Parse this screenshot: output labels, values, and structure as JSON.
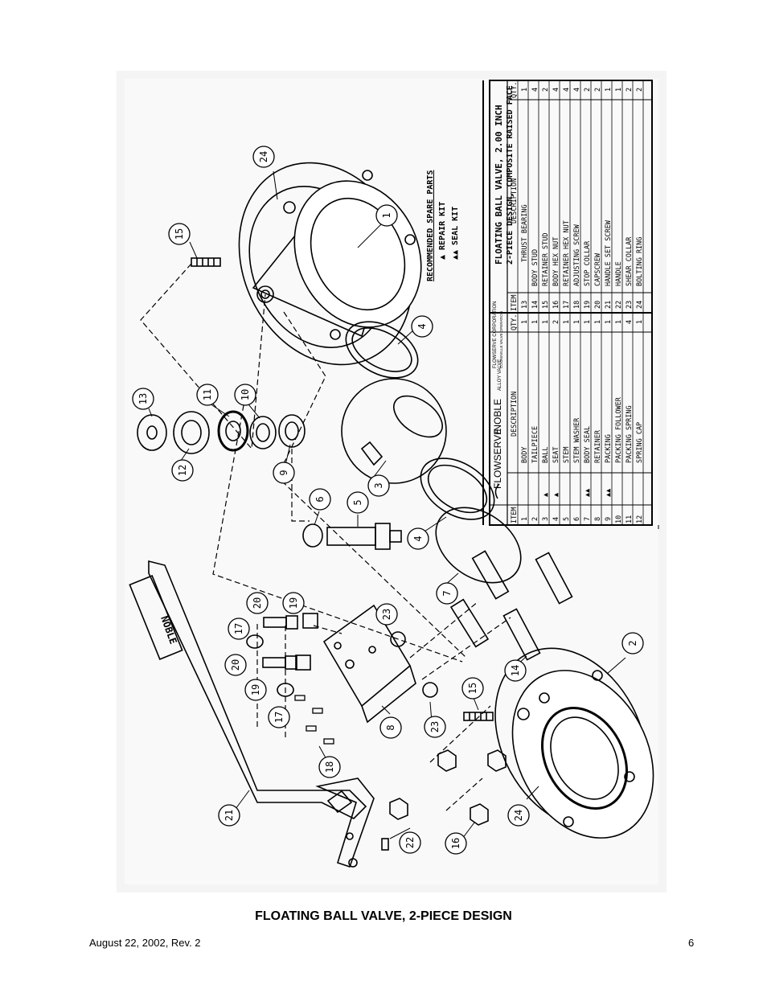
{
  "figure": {
    "recommended": {
      "title": "RECOMMENDED SPARE PARTS",
      "repair": "▲  REPAIR KIT",
      "seal": "▲▲  SEAL KIT"
    },
    "brand": {
      "flow": "FLOWSERVE",
      "noble": "/NOBLE",
      "alloy": "ALLOY VALVE",
      "corp": "FLOWSERVE CORPORATION",
      "op": "COOKEVILLE VALVE OPERATION"
    },
    "valve_title": {
      "line1": "FLOATING BALL VALVE, 2.00 INCH",
      "line2": "2-PIECE DESIGN, COMPOSITE RAISED FACE"
    },
    "table_headers": {
      "item": "ITEM",
      "description": "DESCRIPTION",
      "qty": "QTY."
    },
    "parts_left": [
      {
        "item": "1",
        "kit": "",
        "desc": "BODY",
        "qty": "1"
      },
      {
        "item": "2",
        "kit": "",
        "desc": "TAILPIECE",
        "qty": "1"
      },
      {
        "item": "3",
        "kit": "▲",
        "desc": "BALL",
        "qty": "1"
      },
      {
        "item": "4",
        "kit": "▲",
        "desc": "SEAT",
        "qty": "2"
      },
      {
        "item": "5",
        "kit": "",
        "desc": "STEM",
        "qty": "1"
      },
      {
        "item": "6",
        "kit": "",
        "desc": "STEM WASHER",
        "qty": "1"
      },
      {
        "item": "7",
        "kit": "▲▲",
        "desc": "BODY SEAL",
        "qty": "1"
      },
      {
        "item": "8",
        "kit": "",
        "desc": "RETAINER",
        "qty": "1"
      },
      {
        "item": "9",
        "kit": "▲▲",
        "desc": "PACKING",
        "qty": "1"
      },
      {
        "item": "10",
        "kit": "",
        "desc": "PACKING FOLLOWER",
        "qty": "1"
      },
      {
        "item": "11",
        "kit": "",
        "desc": "PACKING SPRING",
        "qty": "4"
      },
      {
        "item": "12",
        "kit": "",
        "desc": "SPRING CAP",
        "qty": "1"
      }
    ],
    "parts_right": [
      {
        "item": "13",
        "desc": "THRUST BEARING",
        "qty": "1"
      },
      {
        "item": "14",
        "desc": "BODY STUD",
        "qty": "4"
      },
      {
        "item": "15",
        "desc": "RETAINER STUD",
        "qty": "2"
      },
      {
        "item": "16",
        "desc": "BODY HEX NUT",
        "qty": "4"
      },
      {
        "item": "17",
        "desc": "RETAINER HEX NUT",
        "qty": "4"
      },
      {
        "item": "18",
        "desc": "ADJUSTING SCREW",
        "qty": "4"
      },
      {
        "item": "19",
        "desc": "STOP COLLAR",
        "qty": "2"
      },
      {
        "item": "20",
        "desc": "CAPSCREW",
        "qty": "2"
      },
      {
        "item": "21",
        "desc": "HANDLE SET SCREW",
        "qty": "1"
      },
      {
        "item": "22",
        "desc": "HANDLE",
        "qty": "1"
      },
      {
        "item": "23",
        "desc": "SHEAR COLLAR",
        "qty": "2"
      },
      {
        "item": "24",
        "desc": "BOLTING RING",
        "qty": "2"
      }
    ],
    "handle_mark": "NOBLE",
    "callouts": {
      "c24a": "24",
      "c15a": "15",
      "c1": "1",
      "c4a": "4",
      "c13": "13",
      "c11": "11",
      "c10": "10",
      "c12": "12",
      "c9": "9",
      "c3": "3",
      "c6": "6",
      "c5": "5",
      "c4b": "4",
      "c7": "7",
      "c20a": "20",
      "c19a": "19",
      "c17a": "17",
      "c23a": "23",
      "c20b": "20",
      "c19b": "19",
      "c17b": "17",
      "c2": "2",
      "c14": "14",
      "c15b": "15",
      "c23b": "23",
      "c8": "8",
      "c18": "18",
      "c21": "21",
      "c24b": "24",
      "c16": "16",
      "c22": "22"
    }
  },
  "caption": "FLOATING BALL VALVE, 2-PIECE DESIGN",
  "footer": {
    "date": "August 22, 2002, Rev. 2",
    "page": "6"
  }
}
